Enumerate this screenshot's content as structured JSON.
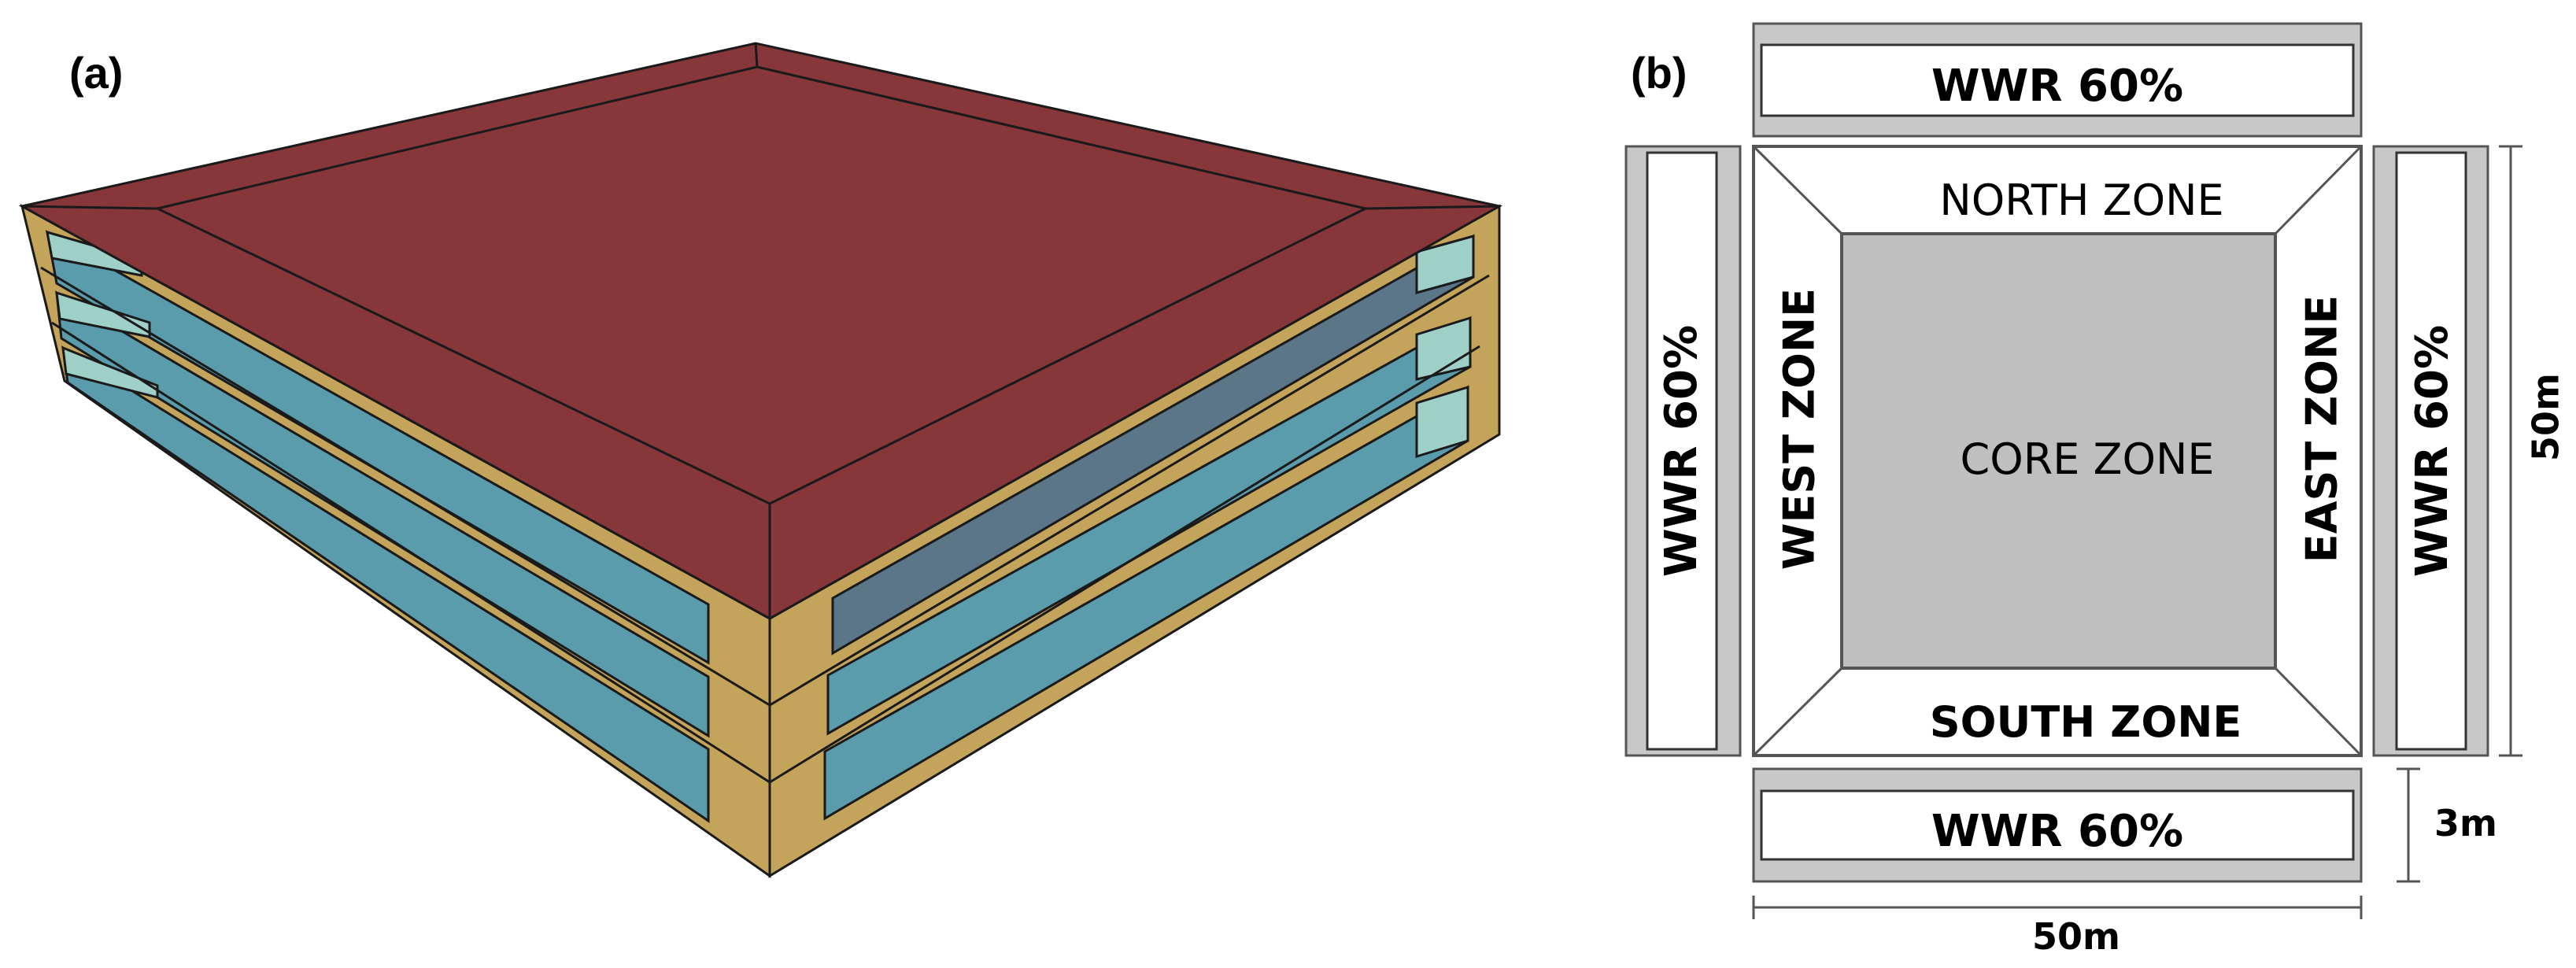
{
  "panels": {
    "a": {
      "label": "(a)"
    },
    "b": {
      "label": "(b)"
    }
  },
  "building_3d": {
    "floors": 3,
    "colors": {
      "roof": "#87373A",
      "frame": "#C4A35A",
      "glass": "#5A9CAB",
      "glass_light": "#9FD0C8",
      "edge": "#1a1a1a"
    }
  },
  "plan": {
    "zones": {
      "north": "NORTH ZONE",
      "south": "SOUTH ZONE",
      "west": "WEST ZONE",
      "east": "EAST ZONE",
      "core": "CORE ZONE"
    },
    "facades": {
      "north": "WWR 60%",
      "south": "WWR 60%",
      "west": "WWR 60%",
      "east": "WWR 60%"
    },
    "dimensions": {
      "width": "50m",
      "depth": "50m",
      "perimeter_depth": "3m"
    },
    "colors": {
      "core_fill": "#BFBFBF",
      "facade_fill": "#C8C8C8",
      "stroke": "#555555"
    }
  }
}
